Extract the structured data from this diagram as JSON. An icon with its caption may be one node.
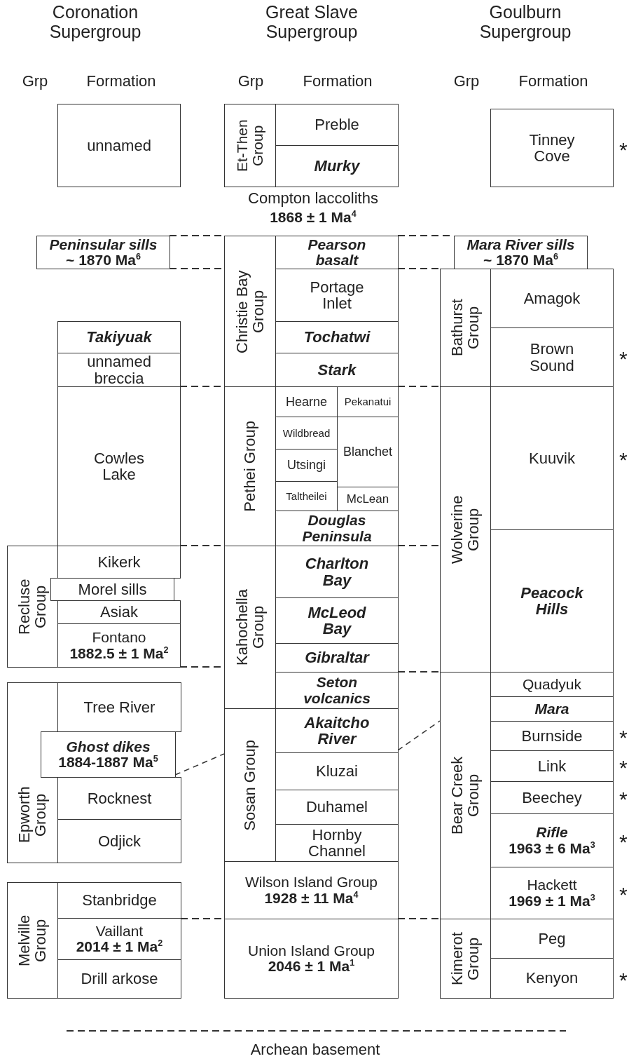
{
  "diagram": {
    "nodes": [
      {
        "text": [
          "unnamed"
        ]
      },
      {
        "text": [
          "Peninsular sills",
          "~ 1870 Ma$^{6}$"
        ]
      },
      {
        "text": [
          "Takiyuak"
        ]
      },
      {
        "text": [
          "unnamed breccia"
        ]
      },
      {
        "text": [
          "Cowles Lake"
        ]
      },
      {
        "text": [
          "Recluse Group"
        ]
      },
      {
        "text": [
          "Kikerk"
        ]
      },
      {
        "text": [
          "Morel sills"
        ]
      },
      {
        "text": [
          "Asiak"
        ]
      },
      {
        "text": [
          "Fontano",
          "1882.5 ± 1 Ma$^{2}$"
        ]
      },
      {
        "text": [
          "Epworth Group"
        ]
      },
      {
        "text": [
          "Tree River"
        ]
      },
      {
        "text": [
          "Ghost dikes",
          "1884-1887 Ma$^{5}$"
        ]
      },
      {
        "text": [
          "Rocknest"
        ]
      },
      {
        "text": [
          "Odjick"
        ]
      },
      {
        "text": [
          "Melville Group"
        ]
      },
      {
        "text": [
          "Stanbridge"
        ]
      },
      {
        "text": [
          "Vaillant",
          "2014 ± 1 Ma$^{2}$"
        ]
      },
      {
        "text": [
          "Drill arkose"
        ]
      },
      {
        "text": [
          "Et-Then Group"
        ]
      },
      {
        "text": [
          "Preble"
        ]
      },
      {
        "text": [
          "Murky"
        ]
      },
      {
        "text": [
          "Christie Bay Group"
        ]
      },
      {
        "text": [
          "Pearson basalt"
        ]
      },
      {
        "text": [
          "Portage Inlet"
        ]
      },
      {
        "text": [
          "Tochatwi"
        ]
      },
      {
        "text": [
          "Stark"
        ]
      },
      {
        "text": [
          "Pethei Group"
        ]
      },
      {
        "text": [
          "Hearne"
        ]
      },
      {
        "text": [
          "Pekanatui"
        ]
      },
      {
        "text": [
          "Wildbread"
        ]
      },
      {
        "text": [
          "Blanchet"
        ]
      },
      {
        "text": [
          "Utsingi"
        ]
      },
      {
        "text": [
          "Taltheilei"
        ]
      },
      {
        "text": [
          "McLean"
        ]
      },
      {
        "text": [
          "Douglas Peninsula"
        ]
      },
      {
        "text": [
          "Kahochella Group"
        ]
      },
      {
        "text": [
          "Charlton Bay"
        ]
      },
      {
        "text": [
          "McLeod Bay"
        ]
      },
      {
        "text": [
          "Gibraltar"
        ]
      },
      {
        "text": [
          "Seton volcanics"
        ]
      },
      {
        "text": [
          "Sosan Group"
        ]
      },
      {
        "text": [
          "Akaitcho River"
        ]
      },
      {
        "text": [
          "Kluzai"
        ]
      },
      {
        "text": [
          "Duhamel"
        ]
      },
      {
        "text": [
          "Hornby Channel"
        ]
      },
      {
        "text": [
          "Wilson Island Group",
          "1928 ± 11 Ma$^{4}$"
        ]
      },
      {
        "text": [
          "Union Island Group",
          "2046 ± 1 Ma$^{1}$"
        ]
      },
      {
        "text": [
          "Tinney Cove"
        ],
        "beside": [
          "*"
        ]
      },
      {
        "text": [
          "Mara River sills",
          "~ 1870 Ma$^{6}$"
        ]
      },
      {
        "text": [
          "Bathurst Group"
        ]
      },
      {
        "text": [
          "Amagok"
        ]
      },
      {
        "text": [
          "Brown Sound"
        ],
        "beside": [
          "*"
        ]
      },
      {
        "text": [
          "Wolverine Group"
        ]
      },
      {
        "text": [
          "Kuuvik"
        ],
        "beside": [
          "*"
        ]
      },
      {
        "text": [
          "Peacock Hills"
        ]
      },
      {
        "text": [
          "Bear Creek Group"
        ]
      },
      {
        "text": [
          "Quadyuk"
        ]
      },
      {
        "text": [
          "Mara"
        ]
      },
      {
        "text": [
          "Burnside"
        ],
        "beside": [
          "*"
        ]
      },
      {
        "text": [
          "Link"
        ],
        "beside": [
          "*"
        ]
      },
      {
        "text": [
          "Beechey"
        ],
        "beside": [
          "*"
        ]
      },
      {
        "text": [
          "Rifle",
          "1963 ± 6 Ma$^{3}$"
        ],
        "beside": [
          "*"
        ]
      },
      {
        "text": [
          "Hackett",
          "1969 ± 1 Ma$^{3}$"
        ],
        "beside": [
          "*"
        ]
      },
      {
        "text": [
          "Kimerot Group"
        ]
      },
      {
        "text": [
          "Peg"
        ]
      },
      {
        "text": [
          "Kenyon"
        ],
        "beside": [
          "*"
        ]
      }
    ],
    "edges": [
      {
        "from": 12,
        "to": 41,
        "arrow": "none",
        "style": "dashed"
      },
      {
        "from": 42,
        "to": 56,
        "arrow": "none",
        "style": "dashed"
      }
    ],
    "labels": [
      "Coronation Supergroup",
      "Great Slave Supergroup",
      "Goulburn Supergroup",
      "Grp",
      "Formation",
      "Grp",
      "Formation",
      "Grp",
      "Formation",
      "Compton laccoliths",
      "1868 ± 1 Ma$^{4}$",
      "Archean basement"
    ]
  }
}
